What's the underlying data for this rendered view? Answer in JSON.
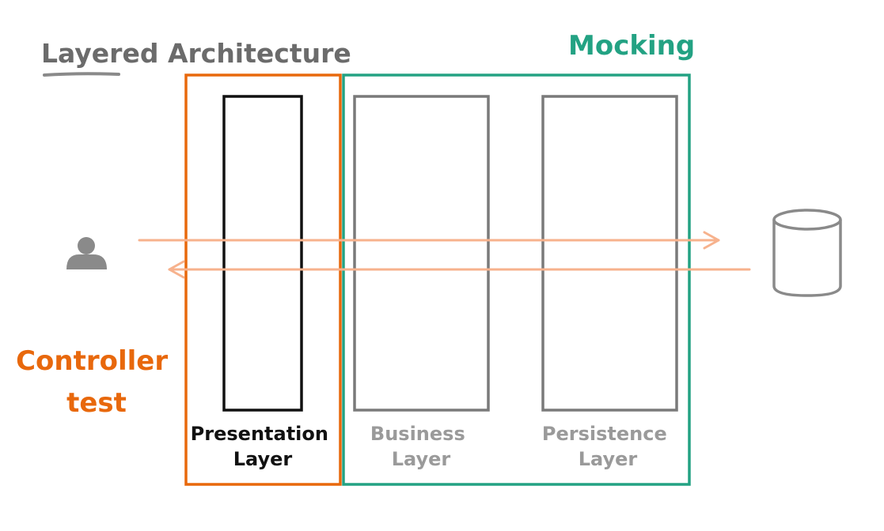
{
  "diagram": {
    "title": "Layered Architecture",
    "mocking_label": "Mocking",
    "controller_test_label": [
      "Controller",
      "test"
    ],
    "layers": [
      {
        "id": "presentation",
        "label": [
          "Presentation",
          "Layer"
        ]
      },
      {
        "id": "business",
        "label": [
          "Business",
          "Layer"
        ]
      },
      {
        "id": "persistence",
        "label": [
          "Persistence",
          "Layer"
        ]
      }
    ],
    "icons": {
      "user": "user-icon",
      "database": "database-icon"
    },
    "colors": {
      "title": "#6b6b6b",
      "title_underline": "#8a8a8a",
      "controller_test": "#e8680c",
      "mocking": "#23a283",
      "presentation_box": "#111111",
      "presentation_text": "#111111",
      "muted_box": "#7a7a7a",
      "muted_text": "#9a9a9a",
      "arrow": "#f7b28d",
      "user_icon": "#8a8a8a",
      "database_icon": "#8a8a8a"
    }
  }
}
